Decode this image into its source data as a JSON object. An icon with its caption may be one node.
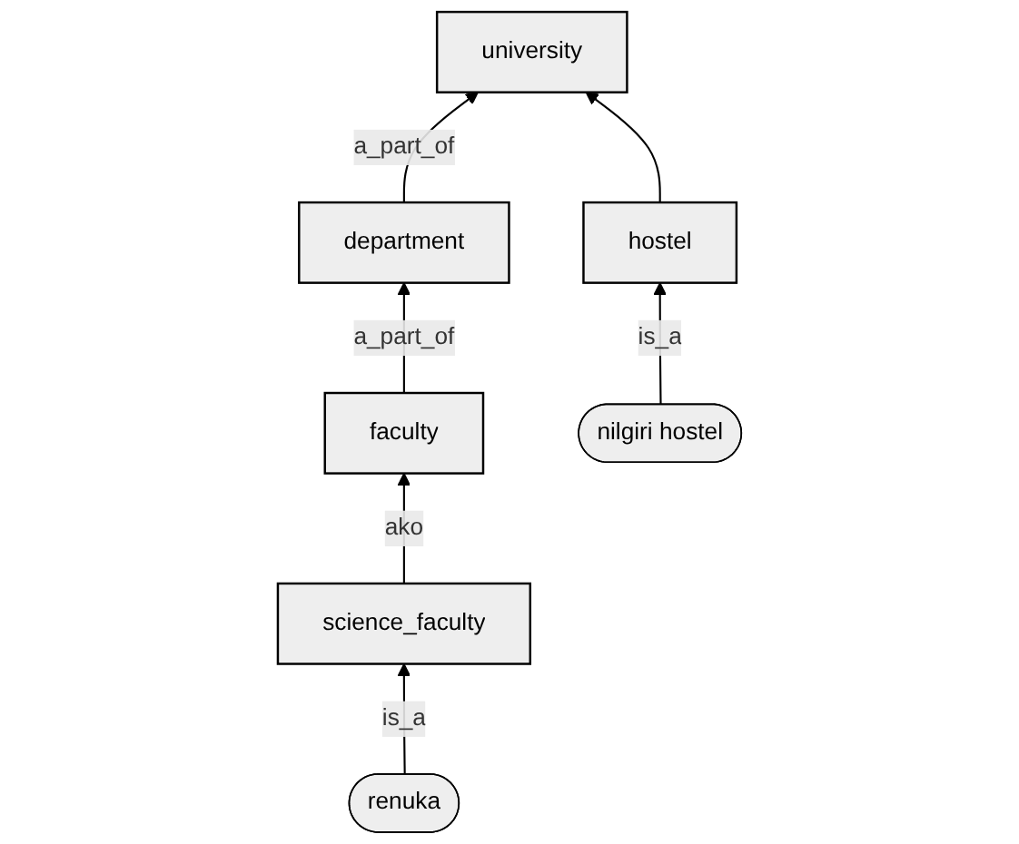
{
  "diagram": {
    "nodes": [
      {
        "text": [
          "university"
        ]
      },
      {
        "text": [
          "department"
        ]
      },
      {
        "text": [
          "hostel"
        ]
      },
      {
        "text": [
          "faculty"
        ]
      },
      {
        "text": [
          "nilgiri hostel"
        ]
      },
      {
        "text": [
          "science_faculty"
        ]
      },
      {
        "text": [
          "renuka"
        ]
      }
    ],
    "edges": [
      {
        "from": 1,
        "to": 0,
        "arrow": "to",
        "label": "a_part_of"
      },
      {
        "from": 2,
        "to": 0,
        "arrow": "to"
      },
      {
        "from": 3,
        "to": 1,
        "arrow": "to",
        "label": "a_part_of"
      },
      {
        "from": 4,
        "to": 2,
        "arrow": "to",
        "label": "is_a"
      },
      {
        "from": 5,
        "to": 3,
        "arrow": "to",
        "label": "ako"
      },
      {
        "from": 6,
        "to": 5,
        "arrow": "to",
        "label": "is_a"
      }
    ]
  }
}
